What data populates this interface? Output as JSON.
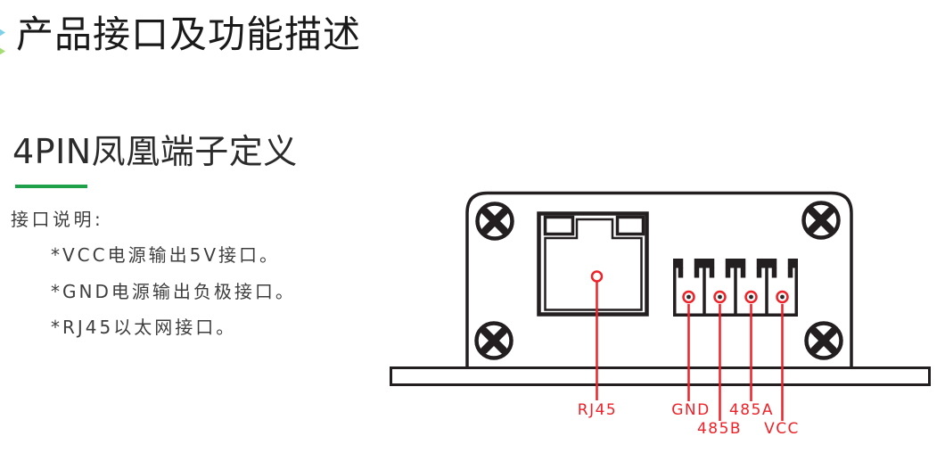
{
  "page": {
    "title": "产品接口及功能描述",
    "section": {
      "heading": "4PIN凤凰端子定义"
    },
    "info": {
      "heading": "接口说明:",
      "bullets": [
        "*VCC电源输出5V接口。",
        "*GND电源输出负极接口。",
        "*RJ45以太网接口。"
      ]
    }
  },
  "diagram": {
    "labels": {
      "rj45": "RJ45",
      "gnd": "GND",
      "b485": "485B",
      "a485": "485A",
      "vcc": "VCC"
    },
    "colors": {
      "line_art": "#231f20",
      "callout_red": "#ee2228",
      "accent_green": "#1fa14a",
      "icon_cyan": "#7fd1ea",
      "icon_green": "#a5dd72"
    }
  }
}
